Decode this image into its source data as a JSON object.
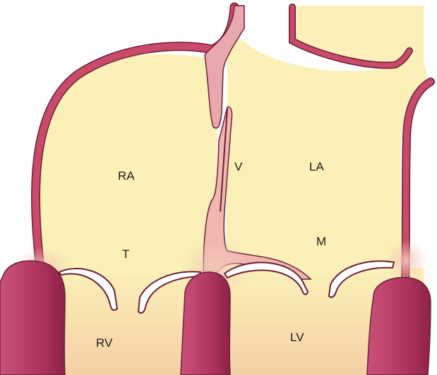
{
  "labels": {
    "RA": "RA",
    "V": "V",
    "LA": "LA",
    "T": "T",
    "M": "M",
    "RV": "RV",
    "LV": "LV"
  },
  "colors": {
    "chamber_fill": "#fbf1b8",
    "ventricle_fill": "#f8dcb0",
    "wall": "#c94a6a",
    "wall_light": "#e9a8ad",
    "wall_outline": "#6b2035",
    "muscle": "#b63a63",
    "muscle_dark": "#8f2149",
    "valve_fill": "#ffffff"
  }
}
